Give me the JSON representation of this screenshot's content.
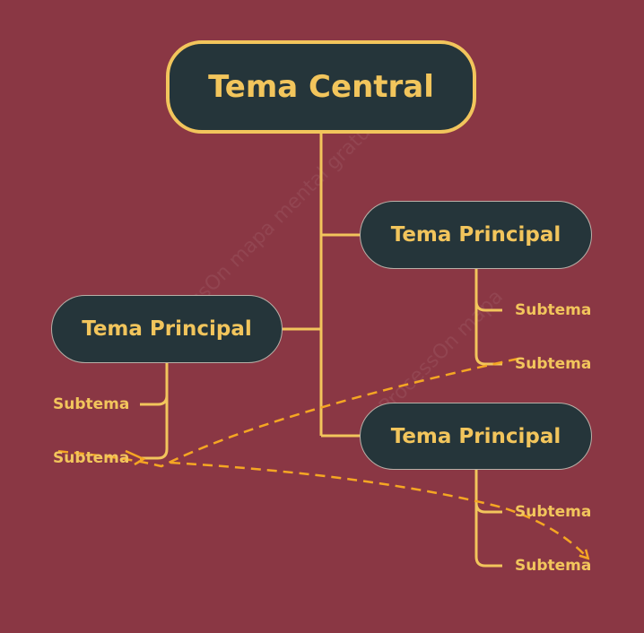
{
  "colors": {
    "background": "#8a3744",
    "node_fill": "#25353a",
    "accent": "#f2c55c",
    "main_border": "#b8b0a8",
    "arrow": "#f5a623"
  },
  "central": {
    "label": "Tema Central"
  },
  "main_topics": [
    {
      "label": "Tema Principal",
      "subtopics": [
        "Subtema",
        "Subtema"
      ]
    },
    {
      "label": "Tema Principal",
      "subtopics": [
        "Subtema",
        "Subtema"
      ]
    },
    {
      "label": "Tema Principal",
      "subtopics": [
        "Subtema",
        "Subtema"
      ]
    }
  ]
}
